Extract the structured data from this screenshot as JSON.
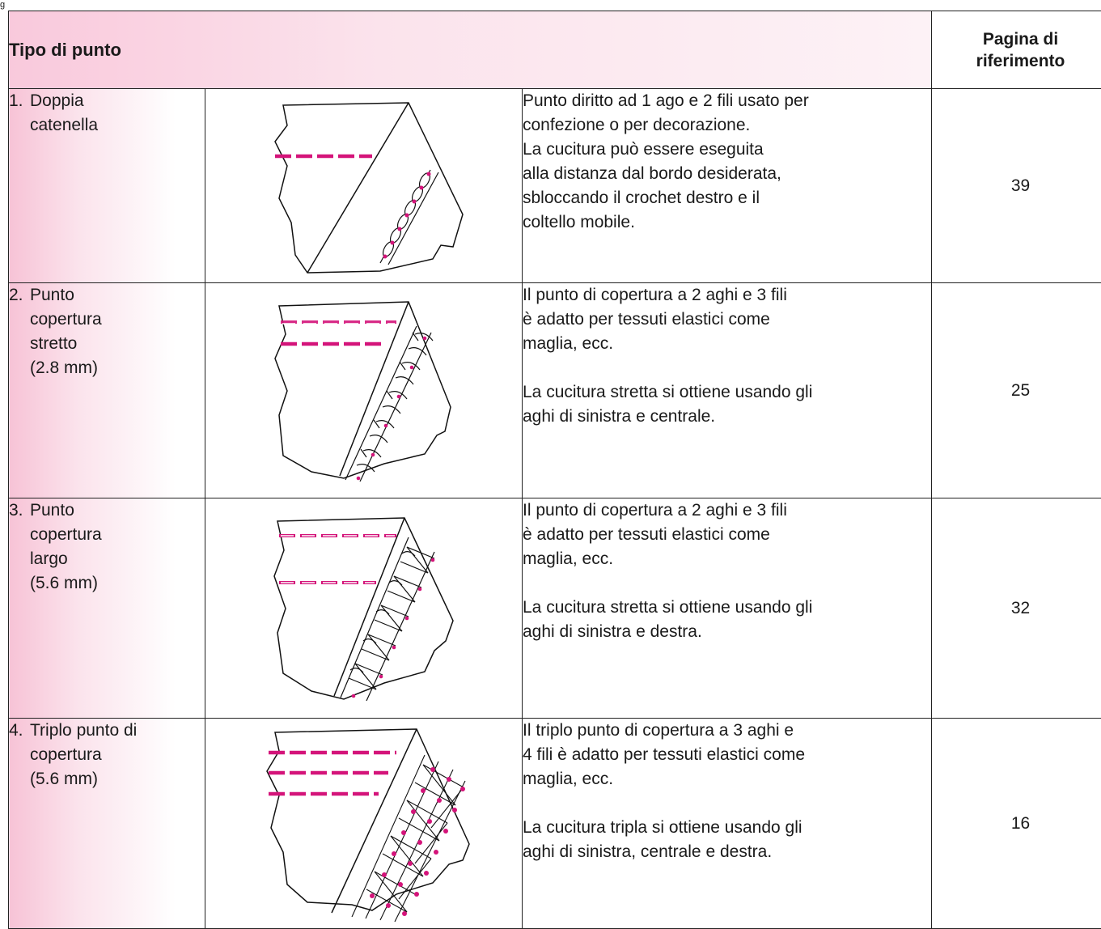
{
  "corner_mark": "g",
  "table": {
    "col_headers": {
      "type": "Tipo di punto",
      "page": "Pagina di\nriferimento"
    },
    "rows": [
      {
        "number": "1.",
        "name": "Doppia\ncatenella",
        "description": "Punto diritto ad 1 ago e 2 fili usato per\nconfezione o per decorazione.\nLa cucitura può essere eseguita\nalla distanza dal bordo desiderata,\nsbloccando il crochet destro e il\ncoltello mobile.",
        "page": "39"
      },
      {
        "number": "2.",
        "name": "Punto\ncopertura\nstretto\n(2.8 mm)",
        "description": "Il punto di copertura a 2 aghi e 3 fili\nè adatto per tessuti elastici come\nmaglia, ecc.\n\nLa cucitura stretta si ottiene usando gli\naghi di sinistra e centrale.",
        "page": "25"
      },
      {
        "number": "3.",
        "name": "Punto\ncopertura\nlargo\n(5.6 mm)",
        "description": "Il punto di copertura a 2 aghi e 3 fili\nè adatto per tessuti elastici come\nmaglia, ecc.\n\nLa cucitura stretta si ottiene usando gli\naghi di sinistra e destra.",
        "page": "32"
      },
      {
        "number": "4.",
        "name": "Triplo punto di\ncopertura\n(5.6 mm)",
        "description": "Il triplo punto di copertura a 3 aghi e\n4 fili è adatto per tessuti elastici come\nmaglia, ecc.\n\nLa cucitura tripla si ottiene usando gli\naghi di sinistra, centrale e destra.",
        "page": "16"
      }
    ]
  },
  "colors": {
    "header_pink": "#f9c9dc",
    "thread_magenta": "#d4147a",
    "line": "#222222"
  },
  "icons": [
    "chain-stitch-illustration",
    "narrow-cover-stitch-illustration",
    "wide-cover-stitch-illustration",
    "triple-cover-stitch-illustration"
  ]
}
